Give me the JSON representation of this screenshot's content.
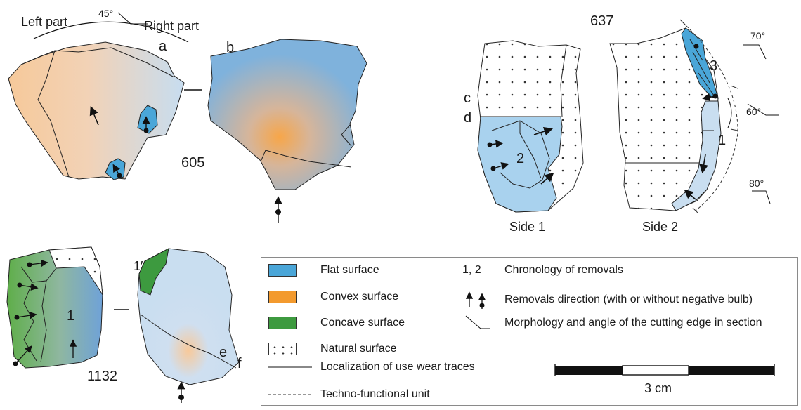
{
  "colors": {
    "flat": "#4aa6d8",
    "convex": "#f39a2e",
    "concave": "#3d9a3f",
    "light_flat": "#c9def0"
  },
  "artifact_605": {
    "id": "605",
    "left_part": "Left part",
    "right_part": "Right part",
    "angle": "45°",
    "label_a": "a",
    "label_b": "b"
  },
  "artifact_637": {
    "id": "637",
    "label_c": "c",
    "label_d": "d",
    "unit_2": "2",
    "unit_3": "3",
    "unit_1": "1",
    "angle_top": "70°",
    "angle_mid": "60°",
    "angle_bottom": "80°",
    "side1": "Side 1",
    "side2": "Side 2"
  },
  "artifact_1132": {
    "id": "1132",
    "unit_1": "1",
    "unit_1p": "1′",
    "label_e": "e",
    "label_f": "f"
  },
  "legend": {
    "items": [
      {
        "label": "Flat surface"
      },
      {
        "label": "Convex surface"
      },
      {
        "label": "Concave surface"
      },
      {
        "label": "Natural surface"
      },
      {
        "label": "Localization of use wear traces"
      },
      {
        "label": "Techno-functional unit"
      }
    ],
    "chronology_symbol": "1, 2",
    "chronology_label": "Chronology of removals",
    "direction_label": "Removals direction (with or without negative bulb)",
    "morphology_label": "Morphology and angle of the cutting edge in section"
  },
  "scale": {
    "label": "3 cm"
  }
}
